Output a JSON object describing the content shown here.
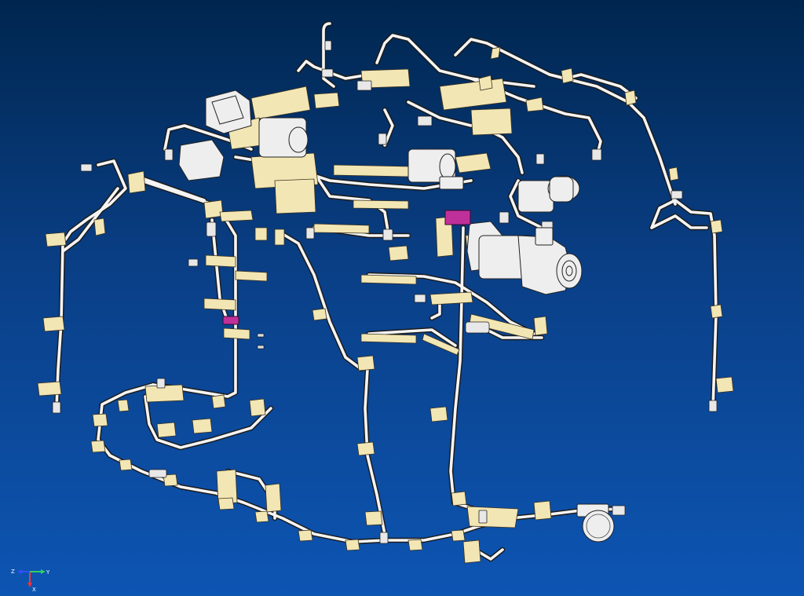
{
  "scene": {
    "background_top": "#00264f",
    "background_bottom": "#0d55b3",
    "tube_color": "#f4f4f4",
    "tube_outline": "#1b1b1b",
    "bracket_color": "#f2e6b4",
    "highlight_color": "#c0309a",
    "valve_color": "#eeeeee"
  },
  "triad": {
    "x_label": "X",
    "y_label": "Y",
    "z_label": "Z",
    "x_color": "#ff3030",
    "y_color": "#30d060",
    "z_color": "#3050ff",
    "icon": "view-orientation-triad-icon"
  }
}
